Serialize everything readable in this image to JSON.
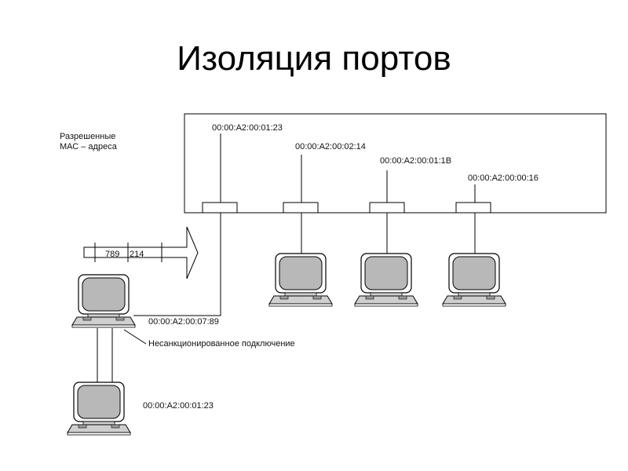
{
  "title": "Изоляция портов",
  "allowed_mac": {
    "line1": "Разрешенные",
    "line2": "МАС –  адреса"
  },
  "switch_macs": [
    "00:00:A2:00:01:23",
    "00:00:A2:00:02:14",
    "00:00:A2:00:01:1B",
    "00:00:A2:00:00:16"
  ],
  "frame": {
    "field_a": "789",
    "field_b": "214"
  },
  "intruder": {
    "mac": "00:00:A2:00:07:89",
    "note": "Несанкционированное подключение"
  },
  "legit_pc": {
    "mac": "00:00:A2:00:01:23"
  }
}
